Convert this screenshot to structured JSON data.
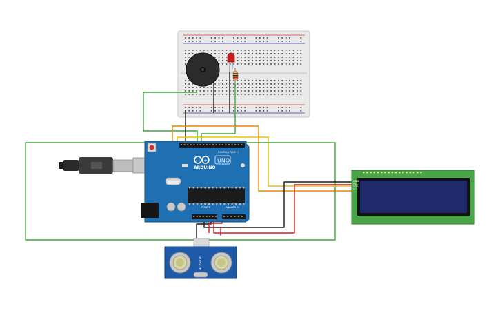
{
  "colors": {
    "wire_green": "#3aa83a",
    "wire_black": "#1a1a1a",
    "wire_orange": "#e08a00",
    "wire_yellow": "#e6c200",
    "wire_red": "#d21f1f",
    "board_blue": "#1f6fb3",
    "lcd_green": "#49a548",
    "lcd_screen": "#1e2a6b",
    "sensor_blue": "#1e5aa8",
    "breadboard": "#e9e9e9"
  },
  "arduino": {
    "brand": "ARDUINO",
    "model": "UNO",
    "digital_label": "DIGITAL (PWM~)",
    "power_label": "POWER",
    "analog_label": "ANALOG IN",
    "icon": "arduino-uno-board-icon"
  },
  "sensor": {
    "model": "HC-SR04",
    "icon": "ultrasonic-sensor-icon"
  },
  "lcd": {
    "pins": [
      "GND",
      "VCC",
      "SDA",
      "SCL"
    ],
    "icon": "i2c-lcd-module-icon"
  },
  "breadboard": {
    "icon": "breadboard-icon"
  },
  "components": {
    "buzzer": "piezo-buzzer-icon",
    "led": "red-led-icon",
    "resistor": "resistor-icon",
    "usb": "usb-cable-icon"
  }
}
